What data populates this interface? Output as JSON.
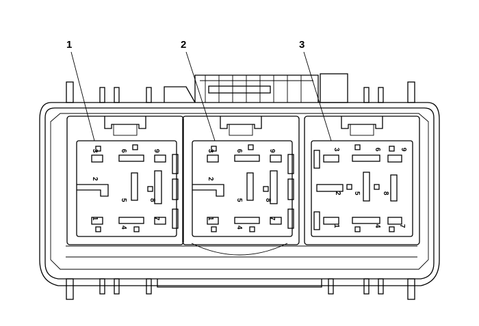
{
  "callouts": [
    "1",
    "2",
    "3"
  ],
  "relays": [
    {
      "pins": [
        "1",
        "2",
        "3",
        "4",
        "5",
        "6",
        "7",
        "8",
        "9"
      ]
    },
    {
      "pins": [
        "1",
        "2",
        "3",
        "4",
        "5",
        "6",
        "7",
        "8",
        "9"
      ]
    },
    {
      "pins": [
        "1",
        "2",
        "3",
        "4",
        "5",
        "6",
        "7",
        "8",
        "9"
      ]
    }
  ]
}
